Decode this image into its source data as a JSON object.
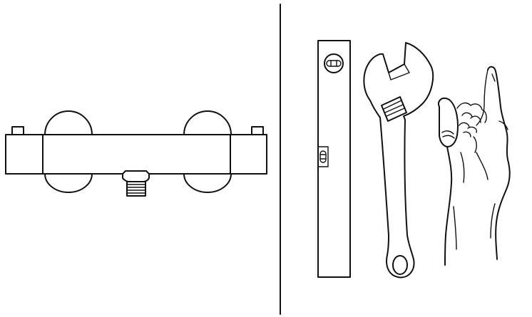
{
  "diagram": {
    "panels": [
      {
        "id": "left",
        "subject": "thermostatic-shower-valve"
      },
      {
        "id": "right",
        "tools": [
          "spirit-level",
          "adjustable-wrench",
          "hand"
        ]
      }
    ],
    "colors": {
      "stroke": "#111111",
      "background": "#ffffff"
    }
  }
}
